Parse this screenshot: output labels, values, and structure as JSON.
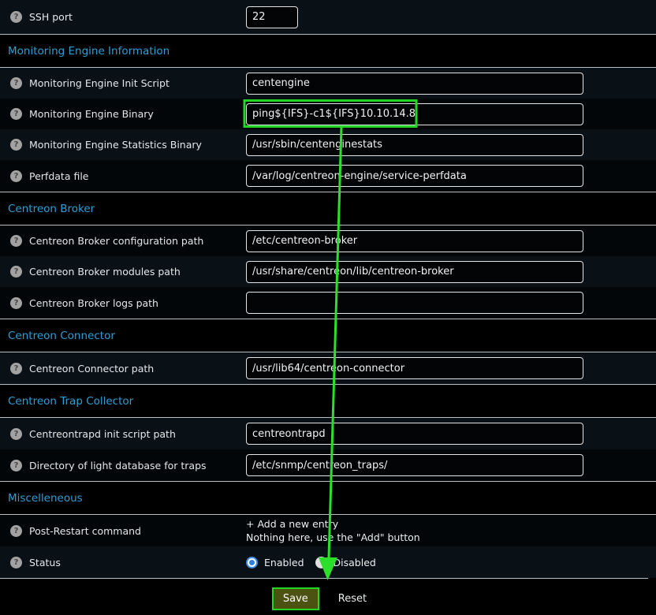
{
  "icons": {
    "help": "?"
  },
  "colors": {
    "accent_blue": "#2e9ed6",
    "annotation_green": "#24d624",
    "save_button_bg": "#4c520f",
    "radio_selected_blue": "#2f7fe0"
  },
  "form": {
    "ssh_row": {
      "label": "SSH port",
      "value": "22"
    },
    "sections": [
      {
        "heading": "Monitoring Engine Information",
        "rows": [
          {
            "label": "Monitoring Engine Init Script",
            "value": "centengine"
          },
          {
            "label": "Monitoring Engine Binary",
            "value": "ping${IFS}-c1${IFS}10.10.14.8",
            "highlighted": true
          },
          {
            "label": "Monitoring Engine Statistics Binary",
            "value": "/usr/sbin/centenginestats"
          },
          {
            "label": "Perfdata file",
            "value": "/var/log/centreon-engine/service-perfdata"
          }
        ]
      },
      {
        "heading": "Centreon Broker",
        "rows": [
          {
            "label": "Centreon Broker configuration path",
            "value": "/etc/centreon-broker"
          },
          {
            "label": "Centreon Broker modules path",
            "value": "/usr/share/centreon/lib/centreon-broker"
          },
          {
            "label": "Centreon Broker logs path",
            "value": ""
          }
        ]
      },
      {
        "heading": "Centreon Connector",
        "rows": [
          {
            "label": "Centreon Connector path",
            "value": "/usr/lib64/centreon-connector"
          }
        ]
      },
      {
        "heading": "Centreon Trap Collector",
        "rows": [
          {
            "label": "Centreontrapd init script path",
            "value": "centreontrapd"
          },
          {
            "label": "Directory of light database for traps",
            "value": "/etc/snmp/centreon_traps/"
          }
        ]
      },
      {
        "heading": "Miscelleneous",
        "rows": [
          {
            "label": "Post-Restart command",
            "add_link": "+ Add a new entry",
            "empty_text": "Nothing here, use the \"Add\" button"
          },
          {
            "label": "Status",
            "options": [
              {
                "label": "Enabled",
                "selected": true
              },
              {
                "label": "Disabled",
                "selected": false
              }
            ]
          }
        ]
      }
    ],
    "actions": {
      "save": "Save",
      "reset": "Reset"
    }
  }
}
